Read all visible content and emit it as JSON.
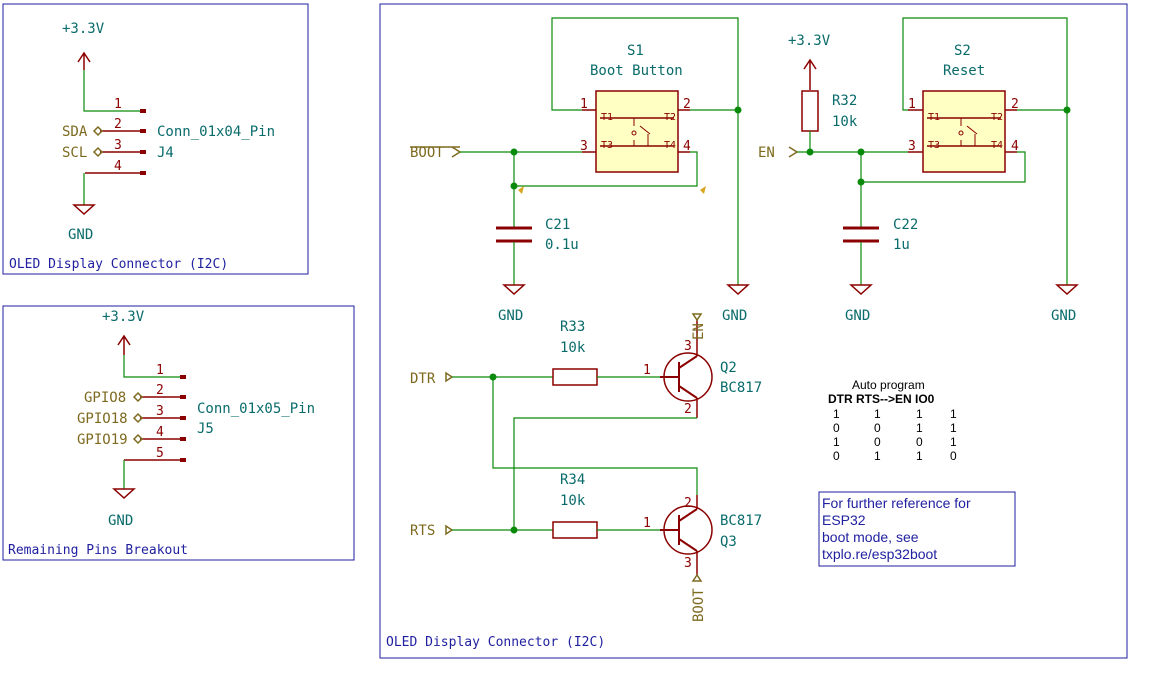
{
  "frames": {
    "oled": "OLED Display Connector (I2C)",
    "remaining": "Remaining Pins Breakout",
    "main": "OLED Display Connector (I2C)"
  },
  "power": {
    "v33": "+3.3V",
    "gnd": "GND"
  },
  "j4": {
    "ref": "J4",
    "value": "Conn_01x04_Pin",
    "pins": [
      "1",
      "2",
      "3",
      "4"
    ],
    "nets": [
      "SDA",
      "SCL"
    ]
  },
  "j5": {
    "ref": "J5",
    "value": "Conn_01x05_Pin",
    "pins": [
      "1",
      "2",
      "3",
      "4",
      "5"
    ],
    "nets": [
      "GPIO8",
      "GPIO18",
      "GPIO19"
    ]
  },
  "s1": {
    "ref": "S1",
    "value": "Boot Button",
    "t": [
      "T1",
      "T2",
      "T3",
      "T4"
    ],
    "pins": [
      "1",
      "2",
      "3",
      "4"
    ]
  },
  "s2": {
    "ref": "S2",
    "value": "Reset",
    "t": [
      "T1",
      "T2",
      "T3",
      "T4"
    ],
    "pins": [
      "1",
      "2",
      "3",
      "4"
    ]
  },
  "c21": {
    "ref": "C21",
    "value": "0.1u"
  },
  "c22": {
    "ref": "C22",
    "value": "1u"
  },
  "r32": {
    "ref": "R32",
    "value": "10k"
  },
  "r33": {
    "ref": "R33",
    "value": "10k"
  },
  "r34": {
    "ref": "R34",
    "value": "10k"
  },
  "q2": {
    "ref": "Q2",
    "value": "BC817",
    "pins": [
      "1",
      "2",
      "3"
    ]
  },
  "q3": {
    "ref": "Q3",
    "value": "BC817",
    "pins": [
      "1",
      "2",
      "3"
    ]
  },
  "nets": {
    "boot": "BOOT",
    "en": "EN",
    "dtr": "DTR",
    "rts": "RTS"
  },
  "auto_program": {
    "title": "Auto program",
    "header": "DTR  RTS-->EN  IO0",
    "rows": [
      [
        "1",
        "1",
        "1",
        "1"
      ],
      [
        "0",
        "0",
        "1",
        "1"
      ],
      [
        "1",
        "0",
        "0",
        "1"
      ],
      [
        "0",
        "1",
        "1",
        "0"
      ]
    ]
  },
  "note_lines": [
    "For further reference for",
    "ESP32",
    "boot mode, see",
    "txplo.re/esp32boot"
  ]
}
